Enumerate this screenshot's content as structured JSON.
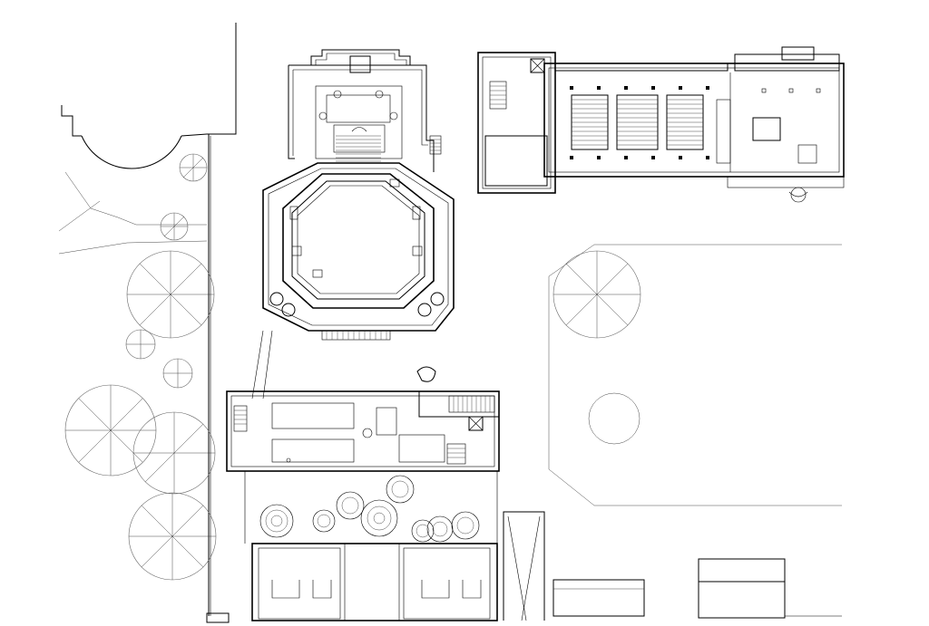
{
  "drawing": {
    "kind": "architectural-site-plan",
    "line_color": "#000000",
    "background": "#ffffff",
    "labels": []
  },
  "elements": {
    "octagonal_hall": "icon-octagon-building",
    "long_hall": "icon-auditorium-building",
    "lower_wing": "icon-office-wing",
    "courtyard": "icon-courtyard",
    "trees": "icon-tree",
    "stalls": "icon-stalls"
  }
}
